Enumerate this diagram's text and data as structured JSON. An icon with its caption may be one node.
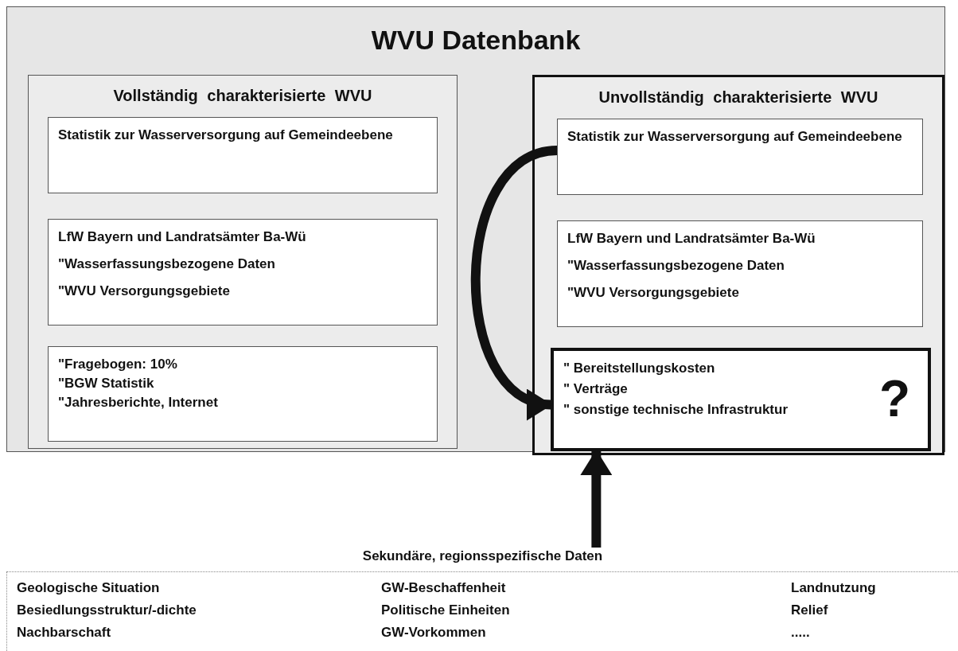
{
  "diagram": {
    "nodes": [
      {
        "text": [
          "WVU Datenbank"
        ]
      },
      {
        "text": [
          "Vollständig charakterisierte WVU"
        ],
        "in": 0
      },
      {
        "text": [
          "Statistik zur Wasserversorgung auf Gemeindeebene"
        ],
        "in": 1
      },
      {
        "text": [
          "LfW Bayern und Landratsämter Ba-Wü",
          "\"Wasserfassungsbezogene Daten",
          "\"WVU Versorgungsgebiete"
        ],
        "in": 1
      },
      {
        "text": [
          "\"Fragebogen: 10%",
          "\"BGW Statistik",
          "\"Jahresberichte, Internet"
        ],
        "in": 1
      },
      {
        "text": [
          "Unvollständig charakterisierte WVU"
        ],
        "in": 0
      },
      {
        "text": [
          "Statistik zur Wasserversorgung auf Gemeindeebene"
        ],
        "in": 5
      },
      {
        "text": [
          "LfW Bayern und Landratsämter Ba-Wü",
          "\"Wasserfassungsbezogene Daten",
          "\"WVU Versorgungsgebiete"
        ],
        "in": 5
      },
      {
        "text": [
          "\" Bereitstellungskosten",
          "\" Verträge",
          "\" sonstige technische Infrastruktur",
          "?"
        ],
        "in": 5
      },
      {
        "text": [
          "Sekundäre, regionsspezifische Daten",
          "Geologische Situation",
          "GW-Beschaffenheit",
          "Landnutzung",
          "Besiedlungsstruktur/-dichte",
          "Politische Einheiten",
          "Relief",
          "Nachbarschaft",
          "GW-Vorkommen",
          "....."
        ]
      }
    ],
    "edges": [
      {
        "from": 6,
        "to": 8,
        "arrow": "to"
      },
      {
        "from": 9,
        "to": 8,
        "arrow": "to"
      }
    ]
  }
}
